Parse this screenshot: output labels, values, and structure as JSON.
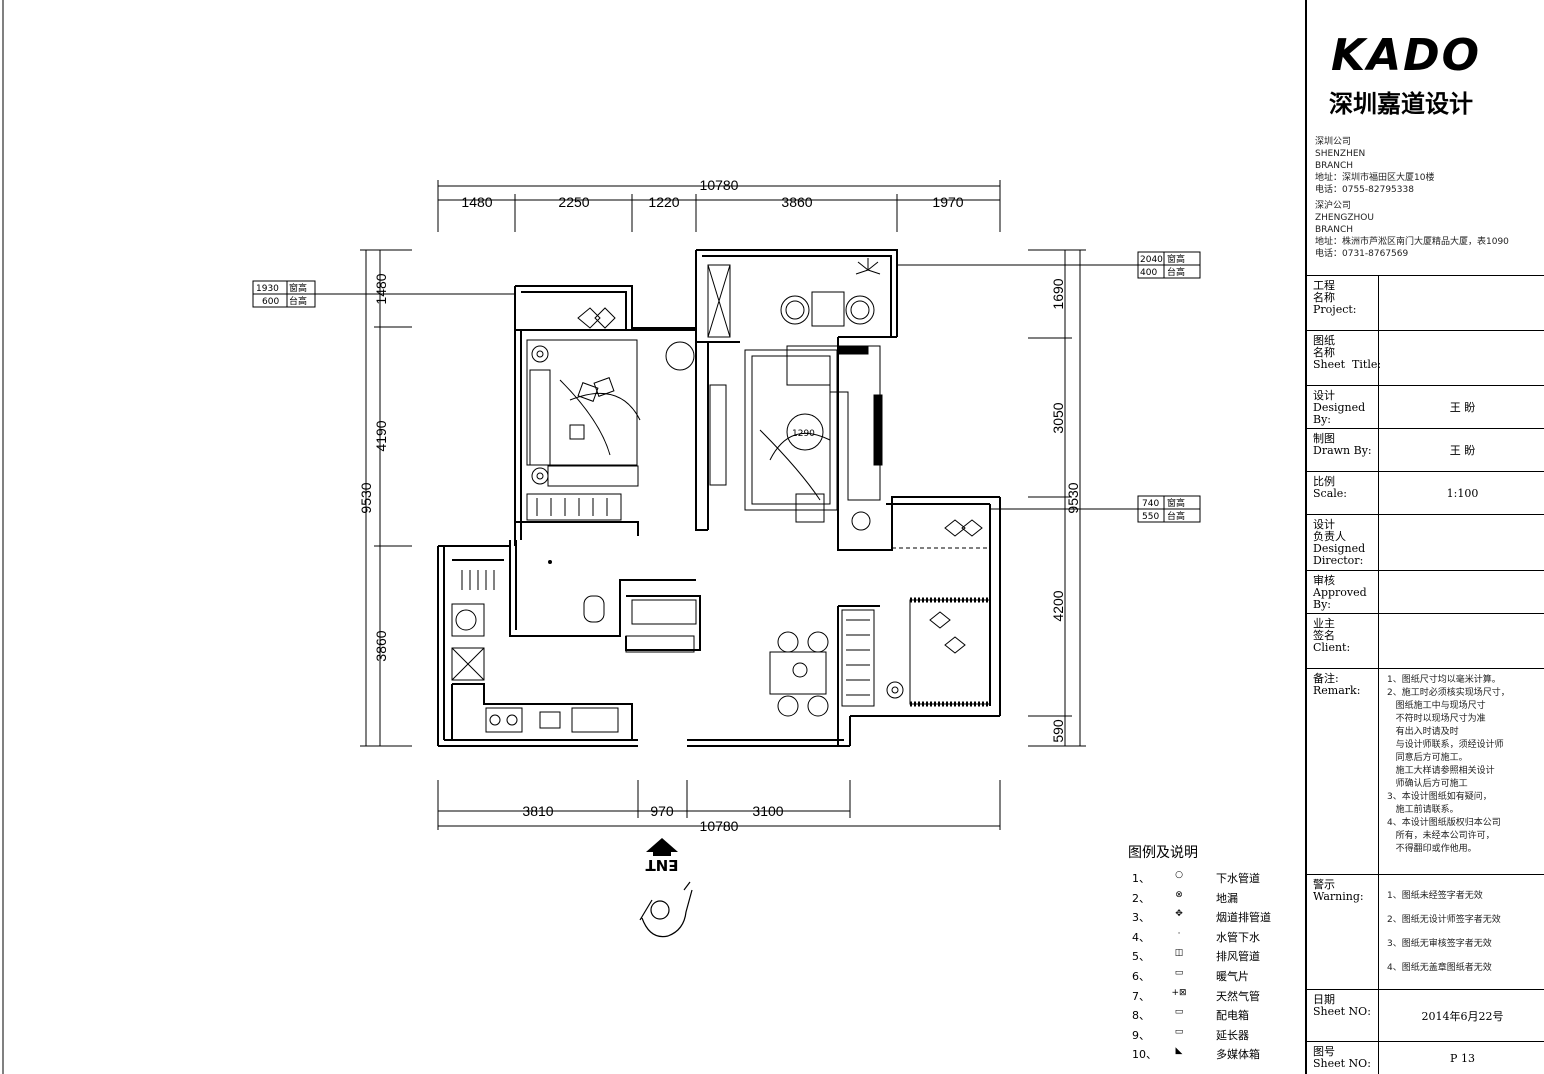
{
  "dims": {
    "top_total": "10780",
    "top": [
      "1480",
      "2250",
      "1220",
      "3860",
      "1970"
    ],
    "bottom": [
      "3810",
      "970",
      "3100"
    ],
    "bottom_total": "10780",
    "left_total": "9530",
    "left": [
      "1480",
      "4190",
      "3860"
    ],
    "right_total": "9530",
    "right": [
      "1690",
      "3050",
      "4200",
      "590"
    ]
  },
  "window_tags": [
    {
      "sill_a": "1930",
      "label_a": "窗高",
      "sill_b": "600",
      "label_b": "台高"
    },
    {
      "sill_a": "2040",
      "label_a": "窗高",
      "sill_b": "400",
      "label_b": "台高"
    },
    {
      "sill_a": "740",
      "label_a": "窗高",
      "sill_b": "550",
      "label_b": "台高"
    }
  ],
  "table_label": "1290",
  "entrance": "ENT",
  "title_block": {
    "logo": "KADO",
    "company": "深圳嘉道设计",
    "branch1": "深圳公司\nSHENZHEN\nBRANCH\n地址：深圳市福田区大厦10楼\n电话：0755-82795338",
    "branch2": "深沪公司\nZHENGZHOU\nBRANCH\n地址：株洲市芦淞区南门大厦精品大厦，表1090\n电话：0731-8767569",
    "rows": [
      {
        "label": "工程\n名称\nProject:",
        "value": ""
      },
      {
        "label": "图纸\n名称\nSheet  Title:",
        "value": ""
      },
      {
        "label": "设计\nDesigned\nBy:",
        "value": "王  盼"
      },
      {
        "label": "制图\nDrawn By:",
        "value": "王  盼"
      },
      {
        "label": "比例\nScale:",
        "value": "1:100"
      },
      {
        "label": "设计\n负责人\nDesigned\nDirector:",
        "value": ""
      },
      {
        "label": "审核\nApproved\nBy:",
        "value": ""
      },
      {
        "label": "业主\n签名\nClient:",
        "value": ""
      },
      {
        "label": "备注:\nRemark:",
        "value": ""
      },
      {
        "label": "警示\nWarning:",
        "value": ""
      },
      {
        "label": "日期\nSheet NO:",
        "value": "2014年6月22号"
      },
      {
        "label": "图号\nSheet NO:",
        "value": "P 13"
      }
    ],
    "remarks": "1、图纸尺寸均以毫米计算。\n2、施工时必须核实现场尺寸，\n   图纸施工中与现场尺寸\n   不符时以现场尺寸为准\n   有出入时请及时\n   与设计师联系，须经设计师\n   同意后方可施工。\n   施工大样请参照相关设计\n   师确认后方可施工\n3、本设计图纸如有疑问，\n   施工前请联系。\n4、本设计图纸版权归本公司\n   所有，未经本公司许可，\n   不得翻印或作他用。",
    "warnings": "1、图纸未经签字者无效\n2、图纸无设计师签字者无效\n3、图纸无审核签字者无效\n4、图纸无盖章图纸者无效"
  },
  "legend": {
    "title": "图例及说明",
    "items": [
      {
        "num": "1、",
        "symbol": "○",
        "label": "下水管道"
      },
      {
        "num": "2、",
        "symbol": "⊗",
        "label": "地漏"
      },
      {
        "num": "3、",
        "symbol": "✥",
        "label": "烟道排管道"
      },
      {
        "num": "4、",
        "symbol": "·",
        "label": "水管下水"
      },
      {
        "num": "5、",
        "symbol": "◫",
        "label": "排风管道"
      },
      {
        "num": "6、",
        "symbol": "▭",
        "label": "暖气片"
      },
      {
        "num": "7、",
        "symbol": "+⊠",
        "label": "天然气管"
      },
      {
        "num": "8、",
        "symbol": "▭",
        "label": "配电箱"
      },
      {
        "num": "9、",
        "symbol": "▭",
        "label": "延长器"
      },
      {
        "num": "10、",
        "symbol": "◣",
        "label": "多媒体箱"
      }
    ]
  }
}
